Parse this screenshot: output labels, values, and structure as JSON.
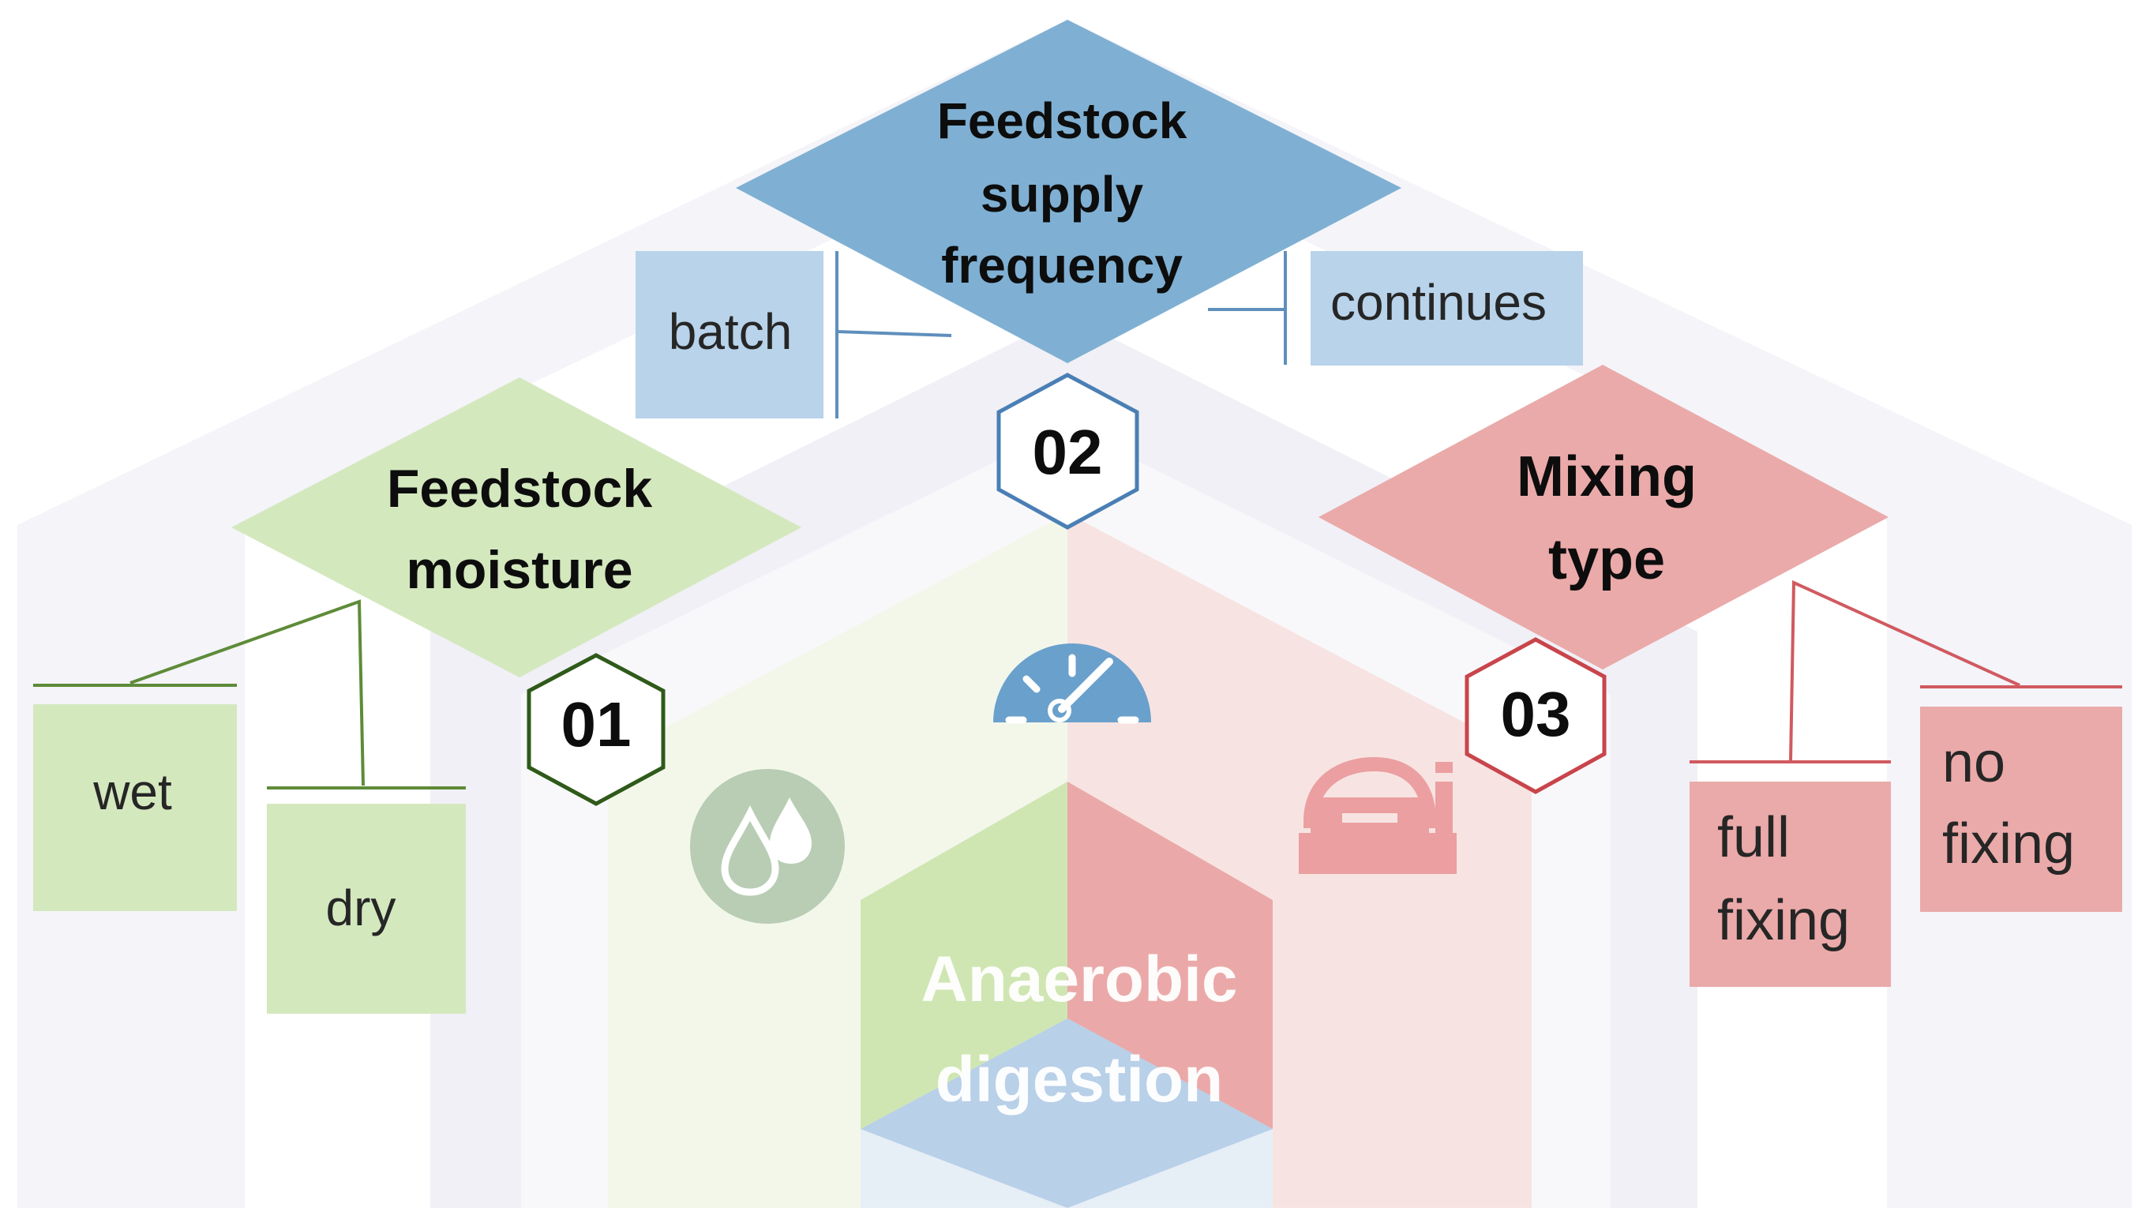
{
  "center": {
    "line1": "Anaerobic",
    "line2": "digestion"
  },
  "factors": [
    {
      "number": "01",
      "title_lines": [
        "Feedstock",
        "moisture"
      ],
      "options": [
        "wet",
        "dry"
      ],
      "color": "#d4e8be",
      "stroke": "#4a7a2a",
      "icon": "water-drops-icon"
    },
    {
      "number": "02",
      "title_lines": [
        "Feedstock",
        "supply",
        "frequency"
      ],
      "options": [
        "batch",
        "continues"
      ],
      "color": "#7fb0d3",
      "stroke": "#4a7fb5",
      "icon": "speedometer-icon"
    },
    {
      "number": "03",
      "title_lines": [
        "Mixing",
        "type"
      ],
      "options": [
        "full fixing",
        "no fixing"
      ],
      "color": "#eaaaa9",
      "stroke": "#c8454b",
      "icon": "mixer-icon"
    }
  ],
  "labels": {
    "f1_t1": "Feedstock",
    "f1_t2": "moisture",
    "f1_o1": "wet",
    "f1_o2": "dry",
    "f1_num": "01",
    "f2_t1": "Feedstock",
    "f2_t2": "supply",
    "f2_t3": "frequency",
    "f2_o1": "batch",
    "f2_o2": "continues",
    "f2_num": "02",
    "f3_t1": "Mixing",
    "f3_t2": "type",
    "f3_o1a": "full",
    "f3_o1b": "fixing",
    "f3_o2a": "no",
    "f3_o2b": "fixing",
    "f3_num": "03"
  }
}
